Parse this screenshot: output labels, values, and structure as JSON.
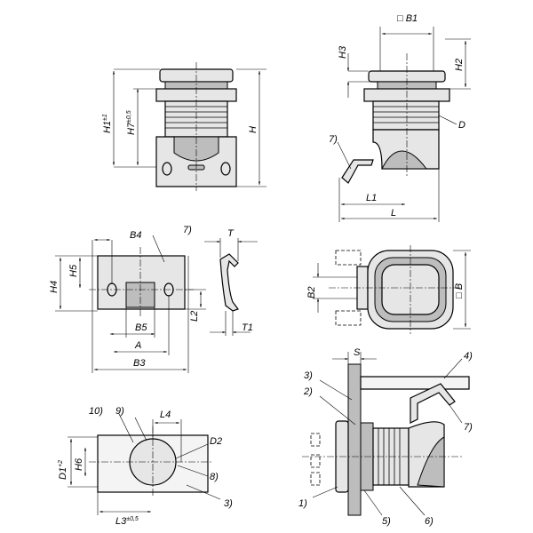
{
  "views": {
    "front": {
      "h1": "H1",
      "h1_tol": "±1",
      "h7": "H7",
      "h7_tol": "±0,5",
      "h": "H"
    },
    "side": {
      "b1": "□ B1",
      "h3": "H3",
      "h2": "H2",
      "d": "D",
      "item7": "7)",
      "l1": "L1",
      "l": "L"
    },
    "plate": {
      "b4": "B4",
      "item7": "7)",
      "h4": "H4",
      "h5": "H5",
      "b5": "B5",
      "a": "A",
      "b3": "B3",
      "l2": "L2"
    },
    "profile": {
      "t": "T",
      "t1": "T1"
    },
    "top": {
      "b2": "B2",
      "b": "□ B"
    },
    "cutout": {
      "item10": "10)",
      "item9": "9)",
      "l4": "L4",
      "d2": "D2",
      "d1": "D1",
      "d1_tol": "+2",
      "h6": "H6",
      "item8": "8)",
      "l3": "L3",
      "l3_tol": "±0,5",
      "item3": "3)"
    },
    "assembly": {
      "s": "S",
      "item3": "3)",
      "item4": "4)",
      "item2": "2)",
      "item7": "7)",
      "item1": "1)",
      "item5": "5)",
      "item6": "6)"
    }
  }
}
